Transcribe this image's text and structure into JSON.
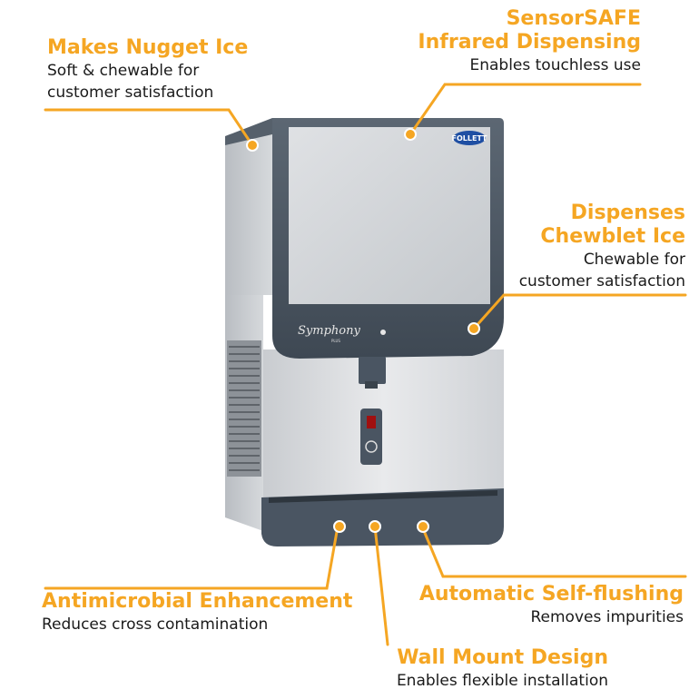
{
  "colors": {
    "accent": "#f5a623",
    "text": "#1a1a1a",
    "panel_dark": "#4a5562",
    "steel": "#d7d9dc"
  },
  "product": {
    "brand_logo": "FOLLETT",
    "model_script": "Symphony",
    "model_suffix": "PLUS"
  },
  "callouts": {
    "nugget": {
      "title": "Makes Nugget Ice",
      "desc1": "Soft & chewable for",
      "desc2": "customer satisfaction"
    },
    "sensor": {
      "title1": "SensorSAFE",
      "title2": "Infrared Dispensing",
      "desc": "Enables touchless use"
    },
    "chewblet": {
      "title1": "Dispenses",
      "title2": "Chewblet Ice",
      "desc1": "Chewable for",
      "desc2": "customer satisfaction"
    },
    "antimicrobial": {
      "title": "Antimicrobial Enhancement",
      "desc": "Reduces cross contamination"
    },
    "flush": {
      "title": "Automatic Self-flushing",
      "desc": "Removes impurities"
    },
    "wall": {
      "title": "Wall Mount Design",
      "desc": "Enables flexible installation"
    }
  }
}
